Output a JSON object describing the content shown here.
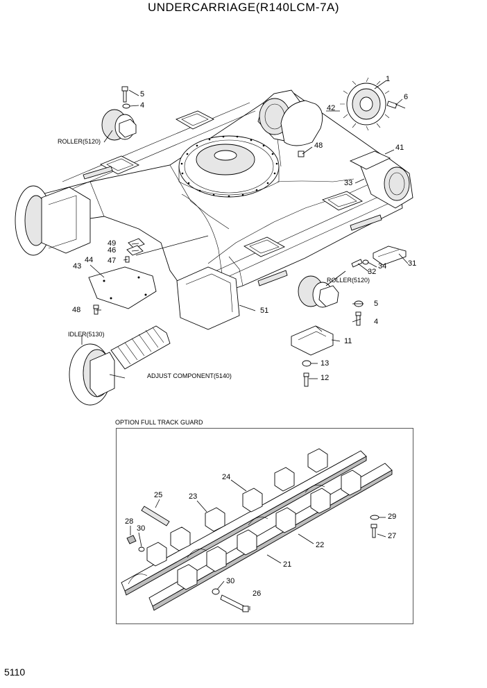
{
  "title": "UNDERCARRIAGE(R140LCM-7A)",
  "page_number": "5110",
  "inset_title": "OPTION FULL TRACK GUARD",
  "labels": {
    "p1": "1",
    "p6": "6",
    "p42": "42",
    "p48a": "48",
    "p41": "41",
    "p33": "33",
    "p5a": "5",
    "p4a": "4",
    "roller_a": "ROLLER(5120)",
    "p49": "49",
    "p46": "46",
    "p47": "47",
    "p44": "44",
    "p43": "43",
    "p48b": "48",
    "p32": "32",
    "p34": "34",
    "p31": "31",
    "roller_b": "ROLLER(5120)",
    "p5b": "5",
    "p4b": "4",
    "p51": "51",
    "p11": "11",
    "p13": "13",
    "p12": "12",
    "idler": "IDLER(5130)",
    "adjust": "ADJUST COMPONENT(5140)",
    "p24": "24",
    "p25": "25",
    "p23": "23",
    "p28": "28",
    "p30a": "30",
    "p29": "29",
    "p27": "27",
    "p22": "22",
    "p21": "21",
    "p30b": "30",
    "p26": "26"
  },
  "icons": {
    "sprocket": "sprocket-gear-icon",
    "bolt": "bolt-icon",
    "washer": "washer-icon",
    "roller": "track-roller-icon",
    "idler": "idler-wheel-icon",
    "spring": "recoil-spring-icon"
  }
}
